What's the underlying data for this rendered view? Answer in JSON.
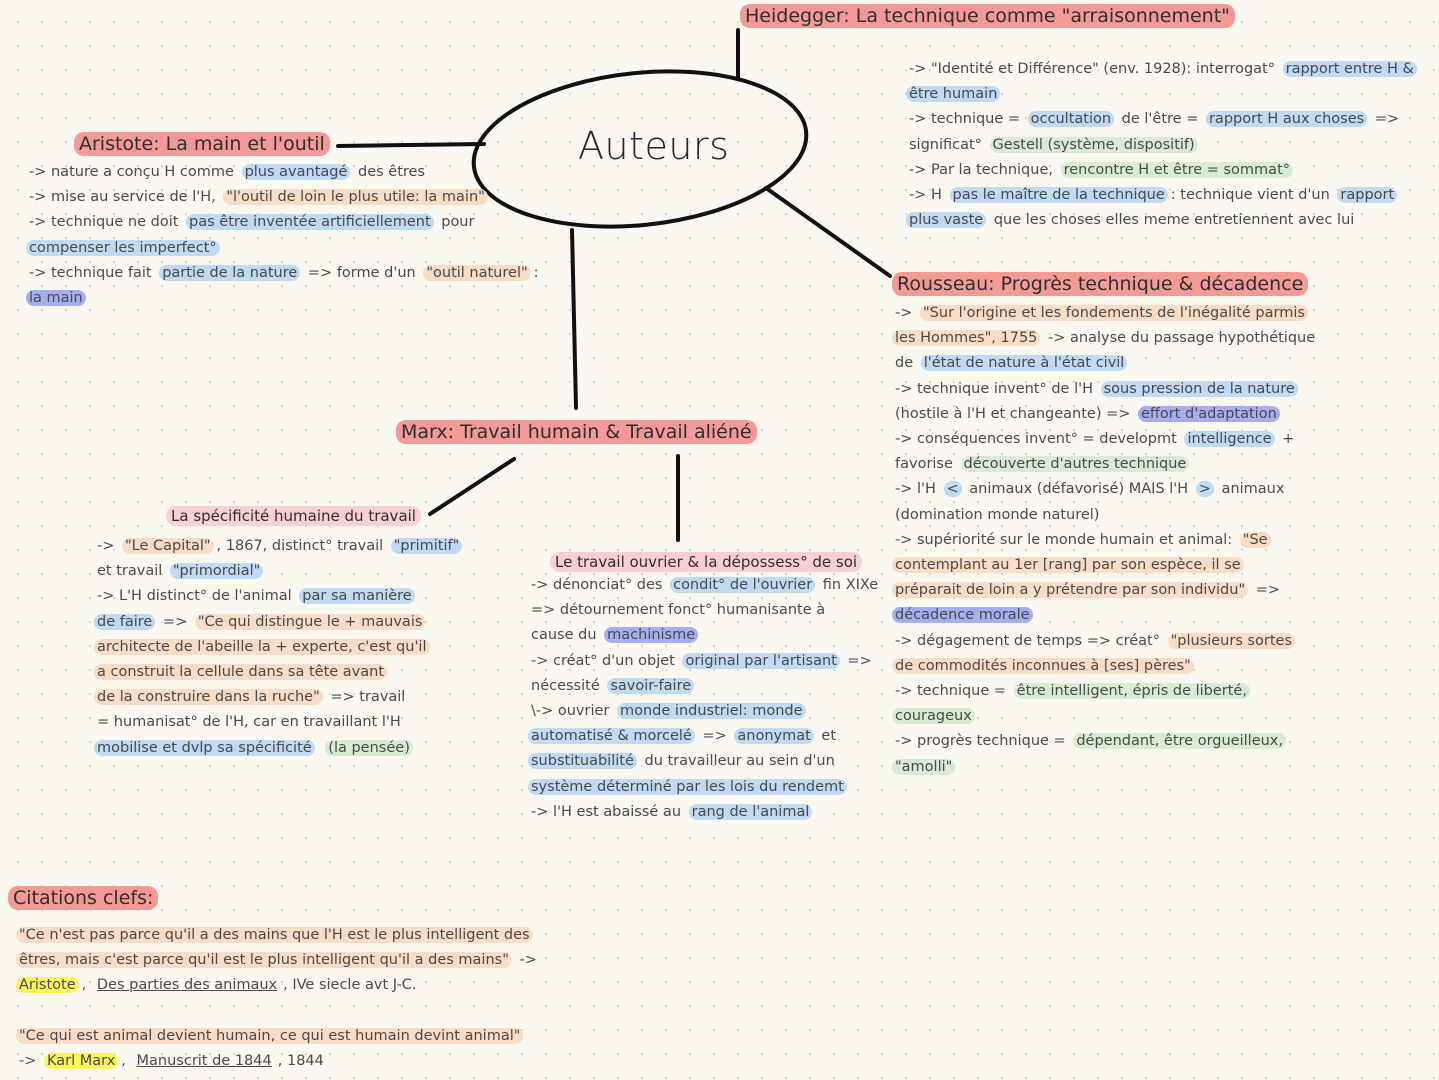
{
  "center": "Auteurs",
  "heidegger": {
    "title": "Heidegger: La technique comme \"arraisonnement\"",
    "lines": [
      [
        [
          "-> \"Identité et Différence\" (env. 1928): interrogat° ",
          ""
        ],
        [
          "rapport entre H &",
          "b"
        ]
      ],
      [
        [
          "être humain",
          "b"
        ]
      ],
      [
        [
          "-> technique = ",
          ""
        ],
        [
          "occultation",
          "b"
        ],
        [
          " de l'être = ",
          ""
        ],
        [
          "rapport H aux choses",
          "b"
        ],
        [
          " =>",
          ""
        ]
      ],
      [
        [
          "significat° ",
          ""
        ],
        [
          "Gestell (système, dispositif)",
          "g"
        ]
      ],
      [
        [
          "-> Par la technique, ",
          ""
        ],
        [
          "rencontre H et être = sommat°",
          "g"
        ]
      ],
      [
        [
          "-> H ",
          ""
        ],
        [
          "pas le maître de la technique",
          "b"
        ],
        [
          ": technique vient d'un ",
          ""
        ],
        [
          "rapport",
          "b"
        ]
      ],
      [
        [
          "plus vaste",
          "b"
        ],
        [
          " que les choses elles meme entretiennent avec lui",
          ""
        ]
      ]
    ]
  },
  "aristote": {
    "title": "Aristote: La main et l'outil",
    "lines": [
      [
        [
          "-> nature a conçu H comme ",
          ""
        ],
        [
          "plus avantagé",
          "b"
        ],
        [
          " des êtres",
          ""
        ]
      ],
      [
        [
          "-> mise au service de l'H, ",
          ""
        ],
        [
          "\"l'outil de loin le plus utile: la main\"",
          "o"
        ]
      ],
      [
        [
          "-> technique ne doit ",
          ""
        ],
        [
          "pas être inventée artificiellement",
          "b"
        ],
        [
          " pour",
          ""
        ]
      ],
      [
        [
          "compenser les imperfect°",
          "b"
        ]
      ],
      [
        [
          "-> technique fait ",
          ""
        ],
        [
          "partie de la nature",
          "b"
        ],
        [
          " => forme d'un ",
          ""
        ],
        [
          "\"outil naturel\"",
          "o"
        ],
        [
          ":",
          ""
        ]
      ],
      [
        [
          "la main",
          "v"
        ]
      ]
    ]
  },
  "rousseau": {
    "title": "Rousseau: Progrès technique & décadence",
    "lines": [
      [
        [
          "-> ",
          ""
        ],
        [
          "\"Sur l'origine et les fondements de l'inégalité parmis",
          "o"
        ]
      ],
      [
        [
          "les Hommes\", 1755",
          "o"
        ],
        [
          " -> analyse du passage hypothétique",
          ""
        ]
      ],
      [
        [
          "de ",
          ""
        ],
        [
          "l'état de nature à l'état civil",
          "b"
        ]
      ],
      [
        [
          "-> technique invent° de l'H ",
          ""
        ],
        [
          "sous pression de la nature",
          "b"
        ]
      ],
      [
        [
          "(hostile à l'H et changeante) => ",
          ""
        ],
        [
          "effort d'adaptation",
          "v"
        ]
      ],
      [
        [
          "-> conséquences invent° = developmt ",
          ""
        ],
        [
          "intelligence",
          "b"
        ],
        [
          " +",
          ""
        ]
      ],
      [
        [
          "favorise ",
          ""
        ],
        [
          "découverte d'autres technique",
          "g"
        ]
      ],
      [
        [
          "-> l'H ",
          ""
        ],
        [
          "<",
          "b"
        ],
        [
          " animaux (défavorisé) MAIS l'H ",
          ""
        ],
        [
          ">",
          "b"
        ],
        [
          " animaux",
          ""
        ]
      ],
      [
        [
          "(domination monde naturel)",
          ""
        ]
      ],
      [
        [
          "-> supériorité sur le monde humain et animal: ",
          ""
        ],
        [
          "\"Se",
          "o"
        ]
      ],
      [
        [
          "contemplant au 1er [rang] par son espèce, il se",
          "o"
        ]
      ],
      [
        [
          "préparait de loin a y prétendre par son individu\"",
          "o"
        ],
        [
          " =>",
          ""
        ]
      ],
      [
        [
          "décadence morale",
          "v"
        ]
      ],
      [
        [
          "-> dégagement de temps => créat° ",
          ""
        ],
        [
          "\"plusieurs sortes",
          "o"
        ]
      ],
      [
        [
          "de commodités inconnues à [ses] pères\"",
          "o"
        ]
      ],
      [
        [
          "-> technique = ",
          ""
        ],
        [
          "être intelligent, épris de liberté,",
          "g"
        ]
      ],
      [
        [
          "courageux",
          "g"
        ]
      ],
      [
        [
          "-> progrès technique = ",
          ""
        ],
        [
          "dépendant, être orgueilleux,",
          "g"
        ]
      ],
      [
        [
          "\"amolli\"",
          "g"
        ]
      ]
    ]
  },
  "marx": {
    "title": "Marx: Travail humain & Travail aliéné",
    "left": {
      "title": "La spécificité humaine du travail",
      "lines": [
        [
          [
            "-> ",
            ""
          ],
          [
            "\"Le Capital\"",
            "o"
          ],
          [
            ", 1867,  distinct° travail ",
            ""
          ],
          [
            "\"primitif\"",
            "b"
          ]
        ],
        [
          [
            "et travail ",
            ""
          ],
          [
            "\"primordial\"",
            "b"
          ]
        ],
        [
          [
            "-> L'H distinct° de l'animal ",
            ""
          ],
          [
            "par sa manière",
            "b"
          ]
        ],
        [
          [
            "de faire",
            "b"
          ],
          [
            " => ",
            ""
          ],
          [
            "\"Ce qui distingue le + mauvais",
            "o"
          ]
        ],
        [
          [
            "architecte de l'abeille la + experte, c'est qu'il",
            "o"
          ]
        ],
        [
          [
            "a construit la cellule dans sa tête avant",
            "o"
          ]
        ],
        [
          [
            "de la construire dans la ruche\"",
            "o"
          ],
          [
            " => travail",
            ""
          ]
        ],
        [
          [
            "= humanisat° de l'H, car en travaillant l'H",
            ""
          ]
        ],
        [
          [
            "mobilise et dvlp sa spécificité",
            "b"
          ],
          [
            " ",
            ""
          ],
          [
            "(la pensée)",
            "g"
          ]
        ]
      ]
    },
    "right": {
      "title": "Le travail ouvrier & la dépossess° de soi",
      "lines": [
        [
          [
            "-> dénonciat° des ",
            ""
          ],
          [
            "condit° de l'ouvrier",
            "b"
          ],
          [
            " fin XIXe",
            ""
          ]
        ],
        [
          [
            "=> détournement fonct° humanisante à",
            ""
          ]
        ],
        [
          [
            "cause du ",
            ""
          ],
          [
            "machinisme",
            "v"
          ]
        ],
        [
          [
            "-> créat° d'un objet ",
            ""
          ],
          [
            "original par l'artisant",
            "b"
          ],
          [
            " =>",
            ""
          ]
        ],
        [
          [
            "nécessité ",
            ""
          ],
          [
            "savoir-faire",
            "b"
          ]
        ],
        [
          [
            "\\-> ouvrier ",
            ""
          ],
          [
            "monde industriel: monde",
            "b"
          ]
        ],
        [
          [
            "automatisé & morcelé",
            "b"
          ],
          [
            " => ",
            ""
          ],
          [
            "anonymat",
            "b"
          ],
          [
            " et",
            ""
          ]
        ],
        [
          [
            "substituabilité",
            "b"
          ],
          [
            " du travailleur au sein d'un",
            ""
          ]
        ],
        [
          [
            "système déterminé par les lois du rendemt",
            "b"
          ]
        ],
        [
          [
            "-> l'H est abaissé au ",
            ""
          ],
          [
            "rang de l'animal",
            "b"
          ]
        ]
      ]
    }
  },
  "citations": {
    "title": "Citations clefs:",
    "lines": [
      [
        [
          "\"Ce n'est pas parce qu'il a des mains que l'H est le plus intelligent des",
          "o"
        ]
      ],
      [
        [
          "êtres, mais c'est parce qu'il est le plus intelligent qu'il a des mains\"",
          "o"
        ],
        [
          " ->",
          ""
        ]
      ],
      [
        [
          "Aristote",
          "y"
        ],
        [
          ", ",
          ""
        ],
        [
          "Des parties des animaux",
          "u"
        ],
        [
          ", IVe siecle avt J-C.",
          ""
        ]
      ],
      [
        [
          "",
          ""
        ]
      ],
      [
        [
          "\"Ce qui est animal devient humain, ce qui est humain devint animal\"",
          "o"
        ]
      ],
      [
        [
          "-> ",
          ""
        ],
        [
          "Karl Marx",
          "y"
        ],
        [
          ", ",
          ""
        ],
        [
          "Manuscrit de 1844",
          "u"
        ],
        [
          ", 1844",
          ""
        ]
      ]
    ]
  },
  "colors": {
    "heading_red": "#f39a97",
    "heading_pink": "#f7c5c5",
    "highlight_blue": "#bfdaf2",
    "highlight_orange": "#f9dcc6",
    "highlight_green": "#d7ecd2",
    "highlight_violet": "#a5aef0",
    "highlight_yellow": "#fbf55e"
  }
}
